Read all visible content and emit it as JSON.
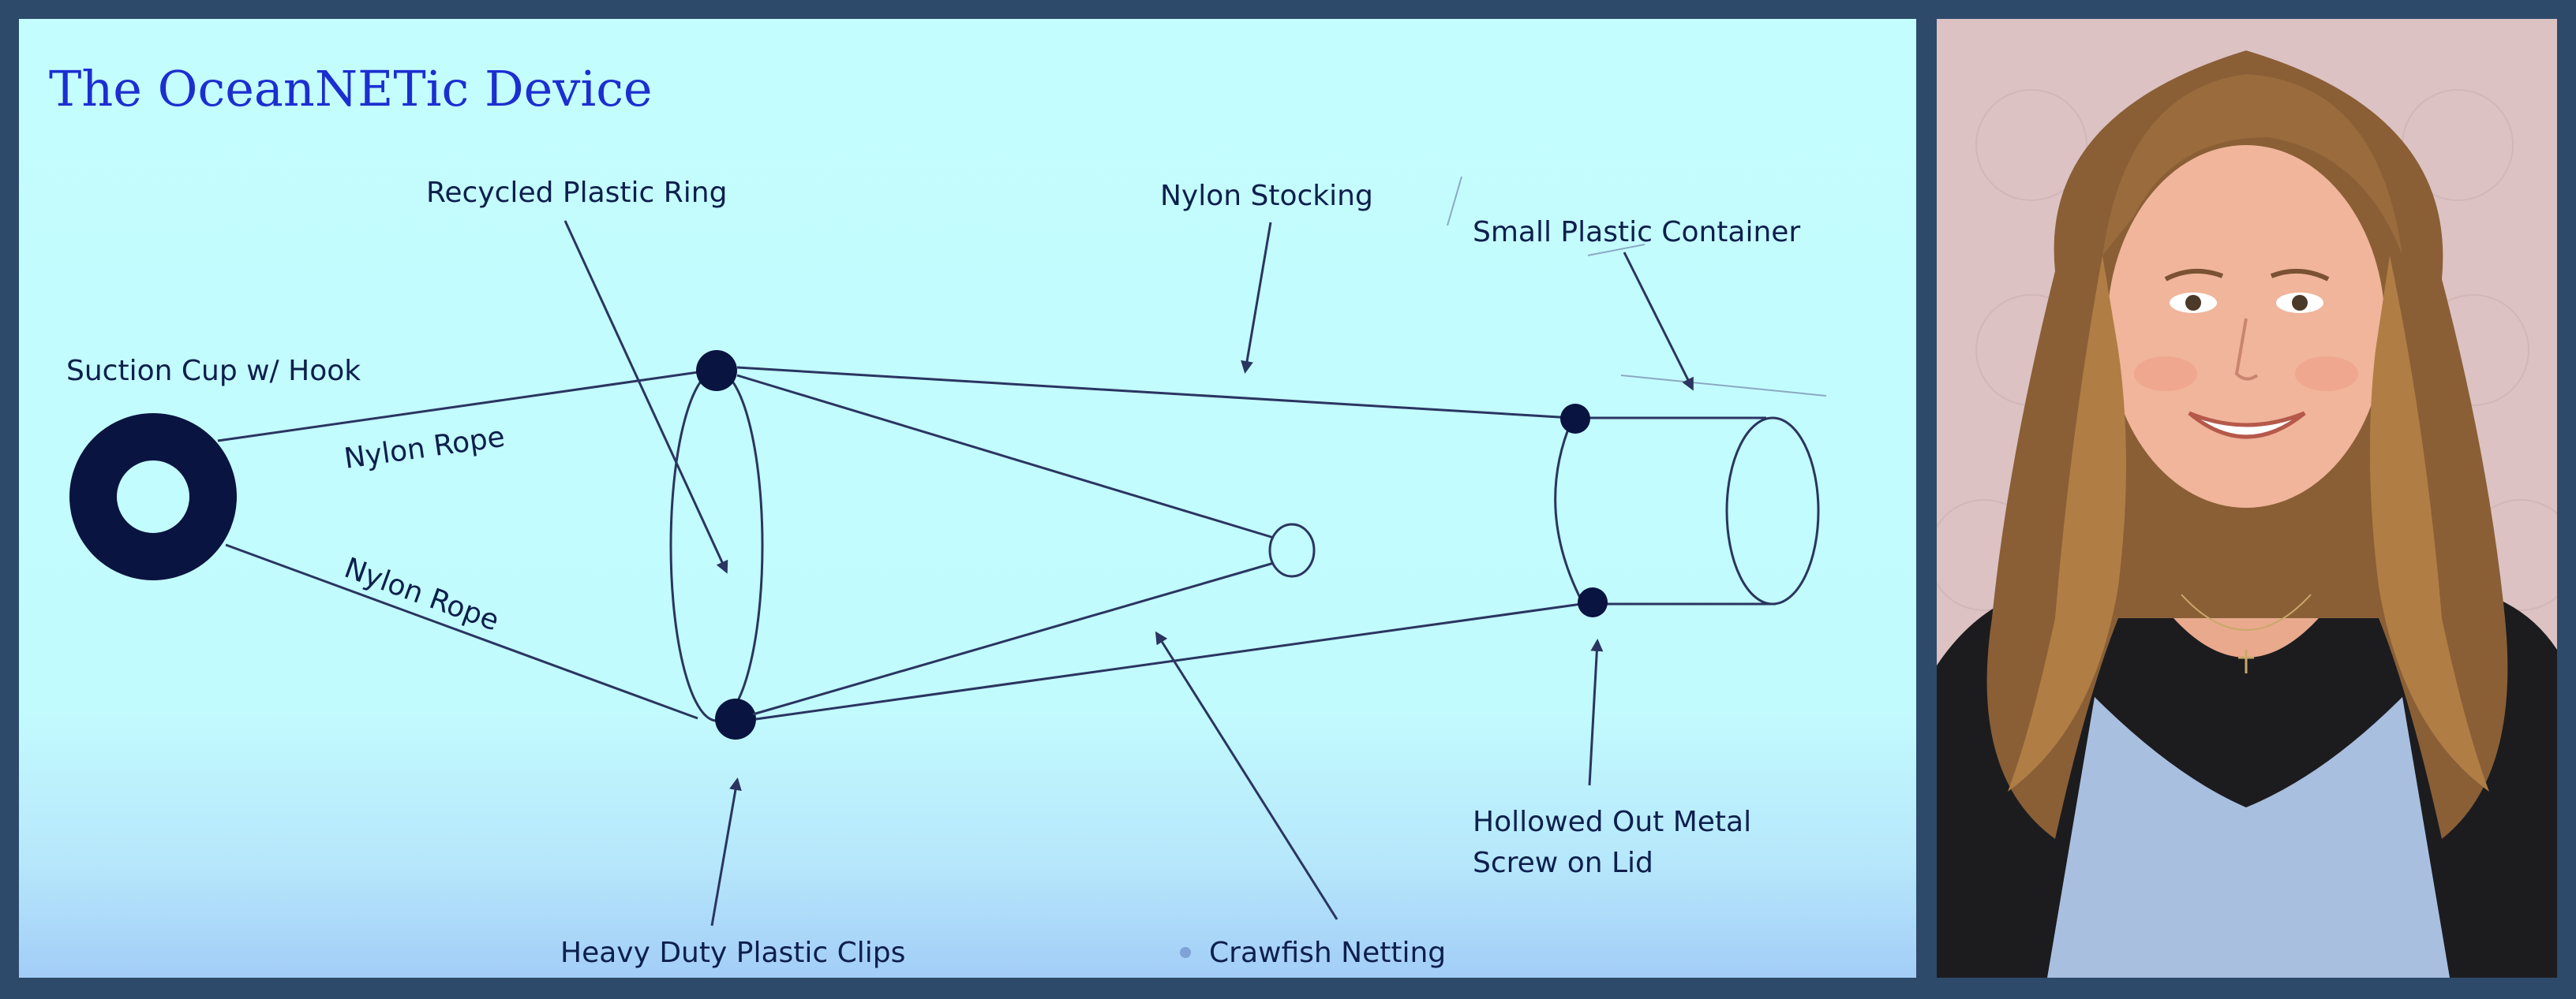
{
  "slide": {
    "title": "The OceanNETic Device",
    "labels": {
      "recycled_plastic_ring": "Recycled Plastic Ring",
      "nylon_stocking": "Nylon Stocking",
      "small_plastic_container": "Small Plastic Container",
      "suction_cup": "Suction Cup w/ Hook",
      "nylon_rope_upper": "Nylon Rope",
      "nylon_rope_lower": "Nylon Rope",
      "hollowed_out_line1": "Hollowed Out Metal",
      "hollowed_out_line2": "Screw on Lid",
      "heavy_duty_clips": "Heavy Duty Plastic Clips",
      "crawfish_netting": "Crawfish Netting"
    },
    "colors": {
      "title": "#1b2fd0",
      "text": "#0d1f4d",
      "line": "#2a3560",
      "background": "#c4fdfd"
    }
  },
  "photo": {
    "subject": "portrait",
    "colors": {
      "backdrop": "#ddc3c4",
      "hair": "#9a6b3c",
      "blouse": "#a9bfe0",
      "jacket": "#1c1c1f"
    }
  }
}
